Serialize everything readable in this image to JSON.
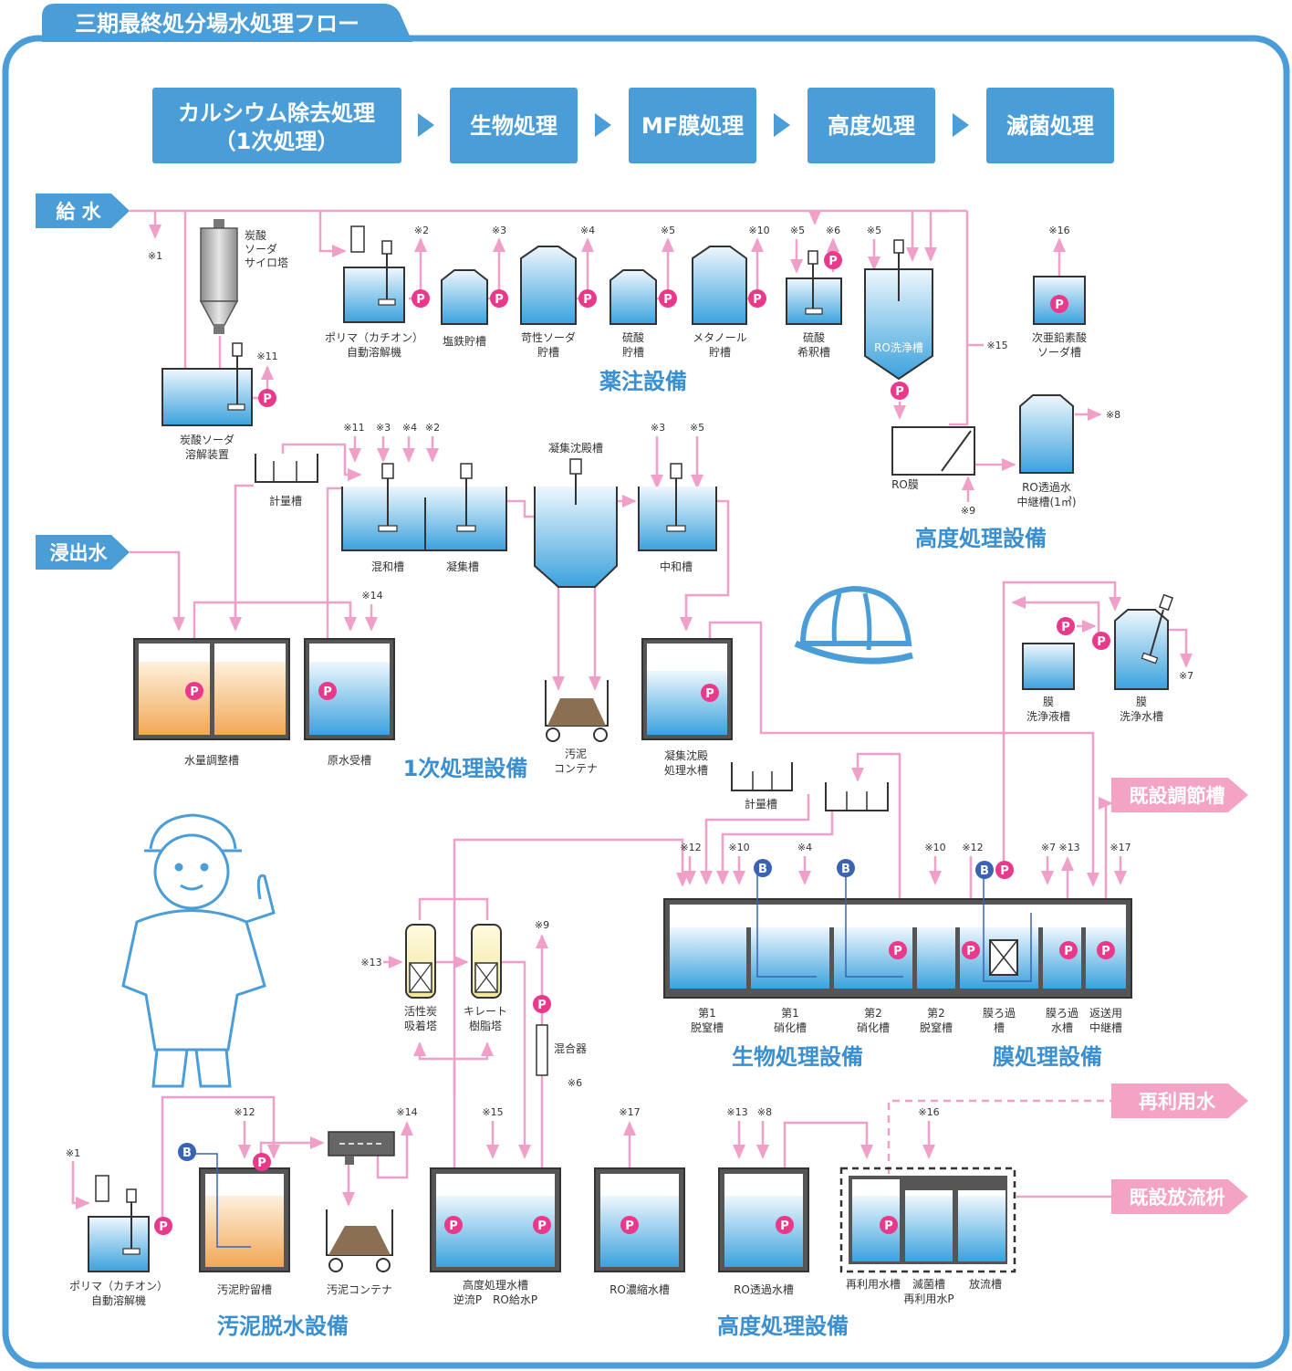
{
  "title": "三期最終処分場水処理フロー",
  "process_steps": [
    {
      "line1": "カルシウム除去処理",
      "line2": "（1次処理）"
    },
    {
      "line1": "生物処理"
    },
    {
      "line1": "MF膜処理"
    },
    {
      "line1": "高度処理"
    },
    {
      "line1": "滅菌処理"
    }
  ],
  "inputs": {
    "supply": "給 水",
    "leachate": "浸出水"
  },
  "outputs": {
    "existing_adjust": "既設調節槽",
    "reuse": "再利用水",
    "existing_discharge": "既設放流枡"
  },
  "sections": {
    "chemical": "薬注設備",
    "advanced_top": "高度処理設備",
    "primary": "1次処理設備",
    "bio": "生物処理設備",
    "membrane": "膜処理設備",
    "sludge": "汚泥脱水設備",
    "advanced_bottom": "高度処理設備"
  },
  "labels": {
    "silo": "炭酸\nソーダ\nサイロ塔",
    "soda_dissolve": "炭酸ソーダ\n溶解装置",
    "polymer1": "ポリマ（カチオン）\n自動溶解機",
    "ferric": "塩鉄貯槽",
    "caustic": "苛性ソーダ\n貯槽",
    "sulfuric": "硫酸\n貯槽",
    "methanol": "メタノール\n貯槽",
    "sulfuric_dilute": "硫酸\n希釈槽",
    "ro_wash": "RO洗浄槽",
    "hypochlorite": "次亜鉛素酸\nソーダ槽",
    "metering1": "計量槽",
    "mixing": "混和槽",
    "coag": "凝集槽",
    "coag_settle": "凝集沈殿槽",
    "neutral": "中和槽",
    "ro_membrane": "RO膜",
    "ro_relay": "RO透過水\n中継槽(1㎥)",
    "flow_adjust": "水量調整槽",
    "raw_water": "原水受槽",
    "sludge_cont1": "汚泥\nコンテナ",
    "coag_treated": "凝集沈殿\n処理水槽",
    "metering2": "計量槽",
    "mem_wash_liquid": "膜\n洗浄液槽",
    "mem_wash_water": "膜\n洗浄水槽",
    "bio_denit1": "第1\n脱窒槽",
    "bio_nit1": "第1\n硝化槽",
    "bio_nit2": "第2\n硝化槽",
    "bio_denit2": "第2\n脱窒槽",
    "mem_filter": "膜ろ過\n槽",
    "mem_filtrate": "膜ろ過\n水槽",
    "return_relay": "返送用\n中継槽",
    "activated_carbon": "活性炭\n吸着塔",
    "chelate": "キレート\n樹脂塔",
    "mixer": "混合器",
    "polymer2": "ポリマ（カチオン）\n自動溶解機",
    "sludge_storage": "汚泥貯留槽",
    "sludge_cont2": "汚泥コンテナ",
    "adv_treated": "高度処理水槽\n逆流P　RO給水P",
    "ro_concentrate": "RO濃縮水槽",
    "ro_permeate": "RO透過水槽",
    "reuse_tank": "再利用水槽",
    "steril_tank": "滅菌槽\n再利用水P",
    "discharge_tank": "放流槽"
  },
  "notes": [
    "※1",
    "※2",
    "※3",
    "※4",
    "※5",
    "※10",
    "※5",
    "※6",
    "※5",
    "※16",
    "※11",
    "※15",
    "※8",
    "※11",
    "※3",
    "※4",
    "※2",
    "※3",
    "※5",
    "※9",
    "※14",
    "※7",
    "※12",
    "※10",
    "※4",
    "※10",
    "※12",
    "※7",
    "※13",
    "※17",
    "※13",
    "※9",
    "※6",
    "※12",
    "※14",
    "※15",
    "※17",
    "※13",
    "※8",
    "※16",
    "※1"
  ],
  "pump_letter": "P",
  "blower_letter": "B",
  "colors": {
    "frame": "#4a9dd6",
    "box": "#4a9dd6",
    "pipe": "#f0a0c8",
    "pink_label": "#f4a3c4",
    "pump": "#e8398a",
    "blower": "#3a63b4",
    "section_text": "#3a8fd1",
    "water_top": "#e8f4fc",
    "water_bottom": "#3ba2dd",
    "orange": "#f2a857"
  }
}
